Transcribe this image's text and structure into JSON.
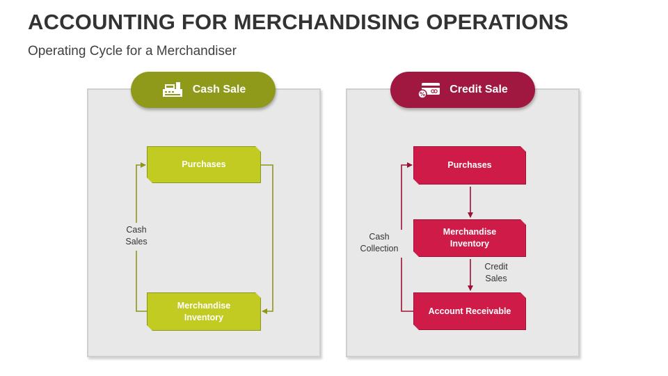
{
  "header": {
    "title": "ACCOUNTING FOR MERCHANDISING OPERATIONS",
    "subtitle": "Operating Cycle for a Merchandiser"
  },
  "colors": {
    "cash_pill": "#8f9a1a",
    "cash_box": "#c2cb22",
    "credit_pill": "#a01840",
    "credit_box": "#cf1b48",
    "cash_arrow": "#8e961a",
    "credit_arrow": "#9c1236"
  },
  "cash": {
    "pill_label": "Cash Sale",
    "icon": "cash-register-icon",
    "purchases": "Purchases",
    "inventory_line1": "Merchandise",
    "inventory_line2": "Inventory",
    "side_label_line1": "Cash",
    "side_label_line2": "Sales"
  },
  "credit": {
    "pill_label": "Credit Sale",
    "icon": "credit-card-icon",
    "purchases": "Purchases",
    "inventory_line1": "Merchandise",
    "inventory_line2": "Inventory",
    "receivable": "Account Receivable",
    "side_label_line1": "Cash",
    "side_label_line2": "Collection",
    "credit_label_line1": "Credit",
    "credit_label_line2": "Sales"
  }
}
